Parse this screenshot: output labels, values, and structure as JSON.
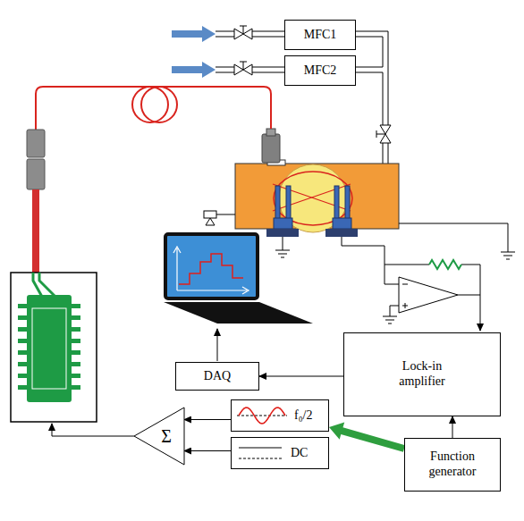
{
  "diagram": {
    "nodes": [
      {
        "text": [
          "MFC1"
        ]
      },
      {
        "text": [
          "MFC2"
        ]
      },
      {
        "text": [
          "Lock-in amplifier"
        ]
      },
      {
        "text": [
          "DAQ"
        ]
      },
      {
        "text": [
          "Function generator"
        ]
      },
      {
        "text": [
          "f₀/2"
        ]
      },
      {
        "text": [
          "DC"
        ]
      },
      {
        "text": [
          "Σ"
        ]
      }
    ],
    "edges": [
      {
        "from": 4,
        "to": 2,
        "arrow": "to"
      },
      {
        "from": 2,
        "to": 3,
        "arrow": "to"
      },
      {
        "from": 4,
        "to": 5,
        "arrow": "to"
      },
      {
        "from": 5,
        "to": 7,
        "arrow": "to"
      },
      {
        "from": 6,
        "to": 7,
        "arrow": "to"
      }
    ]
  }
}
